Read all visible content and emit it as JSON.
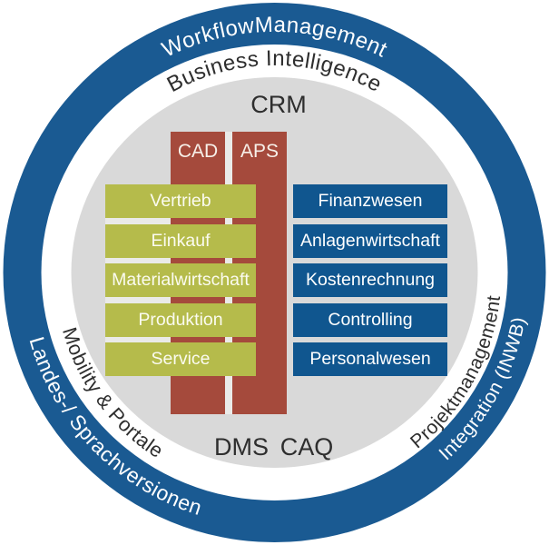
{
  "ring_labels": {
    "workflow": "WorkflowManagement",
    "business_intelligence": "Business Intelligence",
    "landes_sprachversionen": "Landes-/ Sprachversionen",
    "mobility_portale": "Mobility & Portale",
    "projektmanagement": "Projektmanagement",
    "integration_inwb": "Integration (INWB)"
  },
  "inner_labels": {
    "crm": "CRM",
    "dms": "DMS",
    "caq": "CAQ"
  },
  "pillars": {
    "cad": "CAD",
    "aps": "APS"
  },
  "left_modules": [
    "Vertrieb",
    "Einkauf",
    "Materialwirtschaft",
    "Produktion",
    "Service"
  ],
  "right_modules": [
    "Finanzwesen",
    "Anlagenwirtschaft",
    "Kostenrechnung",
    "Controlling",
    "Personalwesen"
  ],
  "colors": {
    "ring_blue": "#1a5a92",
    "module_blue": "#10568f",
    "module_green": "#b5bb4b",
    "pillar_red": "#a54a3c",
    "inner_gray": "#d9d9d9",
    "panel_light": "#eaeae8",
    "dark_text": "#2e2e2e",
    "white": "#ffffff"
  }
}
